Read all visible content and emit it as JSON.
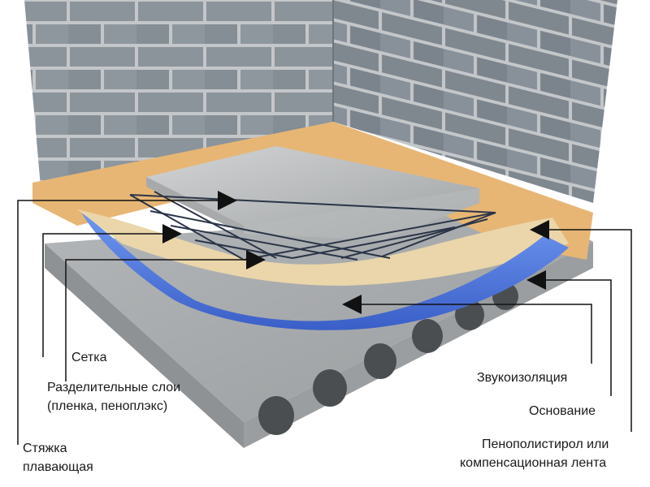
{
  "labels": {
    "setka": "Сетка",
    "razdel_line1": "Разделительные слои",
    "razdel_line2": "(пленка, пеноплэкс)",
    "styazhka_line1": "Стяжка",
    "styazhka_line2": "плавающая",
    "zvukoizolyatsiya": "Звукоизоляция",
    "osnovanie": "Основание",
    "penopolistirol_line1": "Пенополистирол или",
    "penopolistirol_line2": "компенсационная лента"
  },
  "colors": {
    "brick": "#8c949c",
    "mortar": "#c9ccce",
    "damper_tape": "#e8b878",
    "foam_layer": "#e9d4a8",
    "insulation": "#4f7be0",
    "screed": "#b5b7b8",
    "slab": "#a9acae",
    "mesh": "#2b3548",
    "arrow": "#111111"
  }
}
